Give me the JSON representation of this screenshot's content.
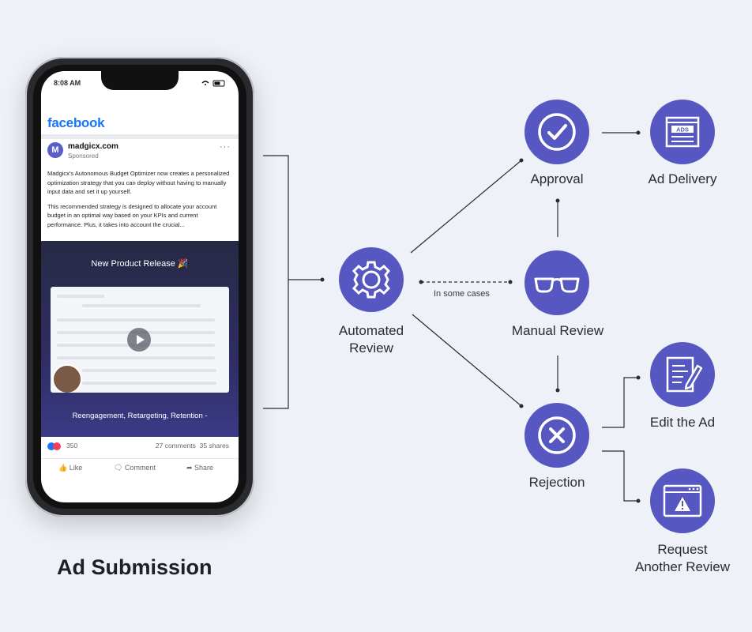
{
  "phone": {
    "time": "8:08 AM",
    "app_logo": "facebook",
    "post": {
      "avatar_letter": "M",
      "page_name": "madgicx.com",
      "sponsored": "Sponsored",
      "more": "···",
      "paragraph1": "Madgicx's Autonomous Budget Optimizer now creates a personalized optimization strategy that you can deploy without having to manually input data and set it up yourself.",
      "paragraph2": "This recommended strategy is designed to allocate your account budget in an optimal way based on your KPIs and current performance. Plus, it takes into account the crucial..."
    },
    "promo": {
      "title": "New Product Release 🎉",
      "footer": "Reengagement, Retargeting, Retention -"
    },
    "stats": {
      "reactions": "350",
      "comments": "27 comments",
      "shares": "35 shares"
    },
    "actions": {
      "like": "Like",
      "comment": "Comment",
      "share": "Share"
    }
  },
  "diagram": {
    "title": "Ad Submission",
    "nodes": {
      "automated_review": {
        "line1": "Automated",
        "line2": "Review"
      },
      "approval": "Approval",
      "ad_delivery": "Ad Delivery",
      "ads_sign": "ADS",
      "manual_review": "Manual Review",
      "rejection": "Rejection",
      "edit_ad": "Edit the Ad",
      "request_review": {
        "line1": "Request",
        "line2": "Another Review"
      }
    },
    "edge_label": "In some cases",
    "colors": {
      "node": "#5757c2",
      "line": "#2b2b33",
      "background": "#eef1f7",
      "facebook": "#1877f2"
    },
    "icons": [
      "gear-icon",
      "checkmark-icon",
      "ads-window-icon",
      "glasses-icon",
      "x-icon",
      "edit-document-icon",
      "warning-window-icon"
    ]
  }
}
